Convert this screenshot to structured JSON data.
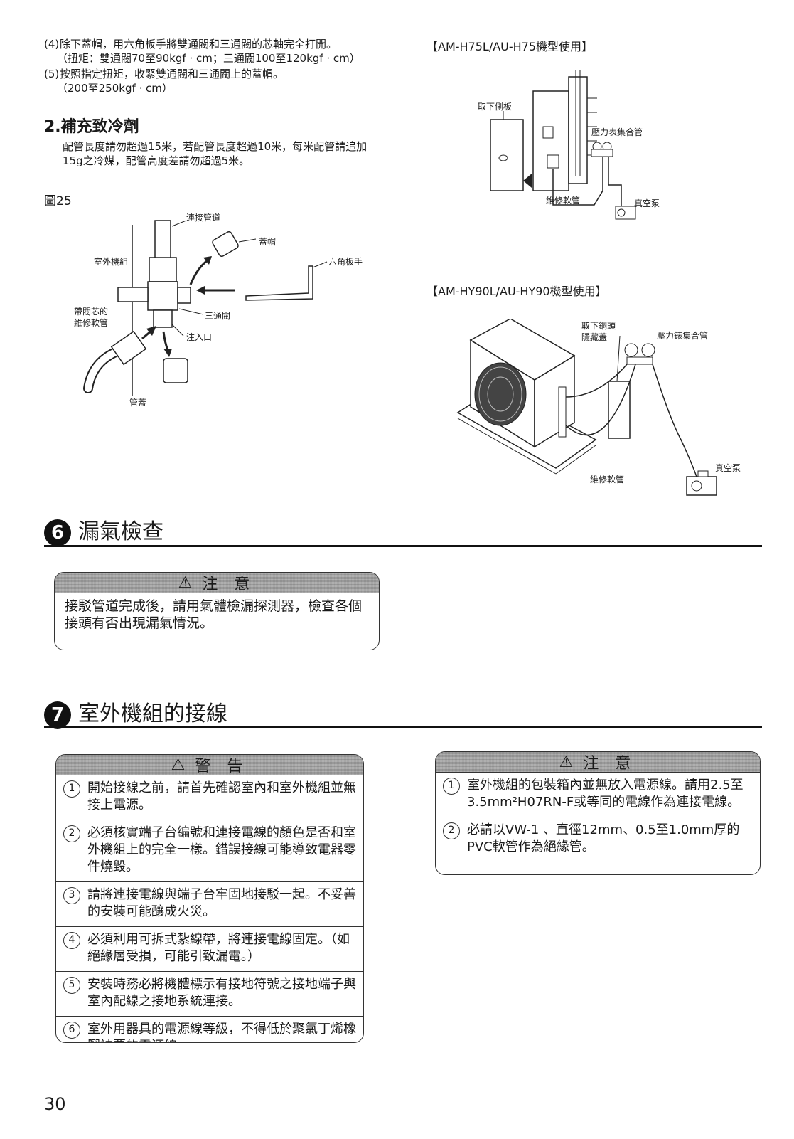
{
  "steps": [
    {
      "num": "(4)",
      "text": "除下蓋帽，用六角板手將雙通閥和三通閥的芯軸完全打開。",
      "sub": "（扭矩：雙通閥70至90kgf · cm；三通閥100至120kgf · cm）"
    },
    {
      "num": "(5)",
      "text": "按照指定扭矩，收緊雙通閥和三通閥上的蓋帽。",
      "sub": "（200至250kgf · cm）"
    }
  ],
  "refill": {
    "heading": "2.補充致冷劑",
    "body": "配管長度請勿超過15米，若配管長度超過10米，每米配管請追加15g之冷媒，配管高度差請勿超過5米。"
  },
  "fig25": {
    "label": "圖25",
    "labels": {
      "pipe": "連接管道",
      "cap": "蓋帽",
      "outdoor": "室外機組",
      "hex": "六角板手",
      "hose": "帶閥芯的",
      "hose2": "維修軟管",
      "three_way": "三通閥",
      "inlet": "注入口",
      "pipe_cap": "管蓋"
    }
  },
  "diagram_h75": {
    "caption": "【AM-H75L/AU-H75機型使用】",
    "labels": {
      "side_panel": "取下側板",
      "gauge": "壓力表集合管",
      "hose": "維修軟管",
      "pump": "真空泵"
    }
  },
  "diagram_hy90": {
    "caption": "【AM-HY90L/AU-HY90機型使用】",
    "labels": {
      "cover": "取下銅頭",
      "cover2": "隱藏蓋",
      "gauge": "壓力錶集合管",
      "hose": "維修軟管",
      "pump": "真空泵"
    }
  },
  "section6": {
    "number": "6",
    "title": "漏氣檢查",
    "caution_title": "注 意",
    "caution_body": "接駁管道完成後，請用氣體檢漏探測器，檢查各個接頭有否出現漏氣情況。"
  },
  "section7": {
    "number": "7",
    "title": "室外機組的接線",
    "warning_title": "警 告",
    "warnings": [
      {
        "n": "1",
        "text": "開始接線之前，請首先確認室內和室外機組並無接上電源。"
      },
      {
        "n": "2",
        "text": "必須核實端子台編號和連接電線的顏色是否和室外機組上的完全一樣。錯誤接線可能導致電器零件燒毀。"
      },
      {
        "n": "3",
        "text": "請將連接電線與端子台牢固地接駁一起。不妥善的安裝可能釀成火災。"
      },
      {
        "n": "4",
        "text": "必須利用可拆式紮線帶，將連接電線固定。（如絕緣層受損，可能引致漏電。）"
      },
      {
        "n": "5",
        "text": "安裝時務必將機體標示有接地符號之接地端子與室內配線之接地系統連接。"
      },
      {
        "n": "6",
        "text": "室外用器具的電源線等級，不得低於聚氯丁烯橡膠被覆的電源線。"
      }
    ],
    "caution_title": "注 意",
    "cautions": [
      {
        "n": "1",
        "text": "室外機組的包裝箱內並無放入電源線。請用2.5至3.5mm²H07RN-F或等同的電線作為連接電線。"
      },
      {
        "n": "2",
        "text": "必請以VW-1 、直徑12mm、0.5至1.0mm厚的PVC軟管作為絕緣管。"
      }
    ]
  },
  "page_number": "30"
}
